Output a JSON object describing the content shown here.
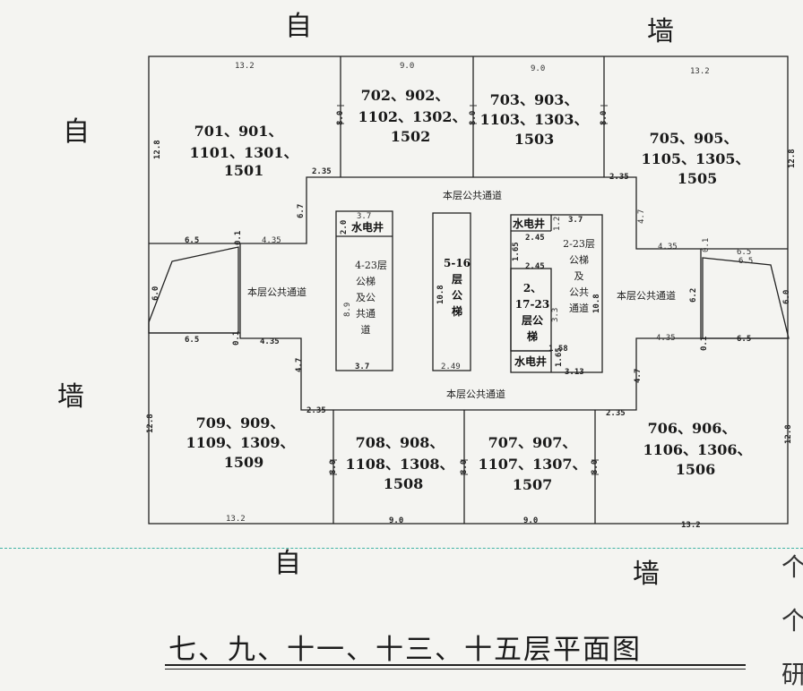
{
  "wall_labels": {
    "zi": "自",
    "qiang": "墙"
  },
  "units": {
    "u701": [
      "701、901、",
      "1101、1301、",
      "1501"
    ],
    "u702": [
      "702、902、",
      "1102、1302、",
      "1502"
    ],
    "u703": [
      "703、903、",
      "1103、1303、",
      "1503"
    ],
    "u705": [
      "705、905、",
      "1105、1305、",
      "1505"
    ],
    "u709": [
      "709、909、",
      "1109、1309、",
      "1509"
    ],
    "u708": [
      "708、908、",
      "1108、1308、",
      "1508"
    ],
    "u707": [
      "707、907、",
      "1107、1307、",
      "1507"
    ],
    "u706": [
      "706、906、",
      "1106、1306、",
      "1506"
    ]
  },
  "dims": {
    "d13_2": "13.2",
    "d9_0": "9.0",
    "d8_0": "8.0",
    "d12_8": "12.8",
    "d2_35": "2.35",
    "d6_7": "6.7",
    "d4_7": "4.7",
    "d6_5": "6.5",
    "d4_35": "4.35",
    "d6_0": "6.0",
    "d6_2": "6.2",
    "d0_1": "0.1",
    "d3_7": "3.7",
    "d2_0": "2.0",
    "d8_9": "8.9",
    "d10_8": "10.8",
    "d2_49": "2.49",
    "d2_45": "2.45",
    "d1_65": "1.65",
    "d3_3": "3.3",
    "d1_58": "1.58",
    "d3_13": "3.13",
    "d1_2": "1.2"
  },
  "corridor": "本层公共通道",
  "shaft": "水电井",
  "stair_4_23": [
    "4-23层",
    "公梯",
    "及公",
    "共通",
    "道"
  ],
  "stair_5_16": [
    "5-16",
    "层",
    "公",
    "梯"
  ],
  "stair_2_23": [
    "2-23层",
    "公梯",
    "及",
    "公共",
    "通道"
  ],
  "stair_17_23": [
    "2、",
    "17-23",
    "层公",
    "梯"
  ],
  "title": "七、九、十一、十三、十五层平面图",
  "edge_chars": [
    "个",
    "个",
    "研"
  ]
}
